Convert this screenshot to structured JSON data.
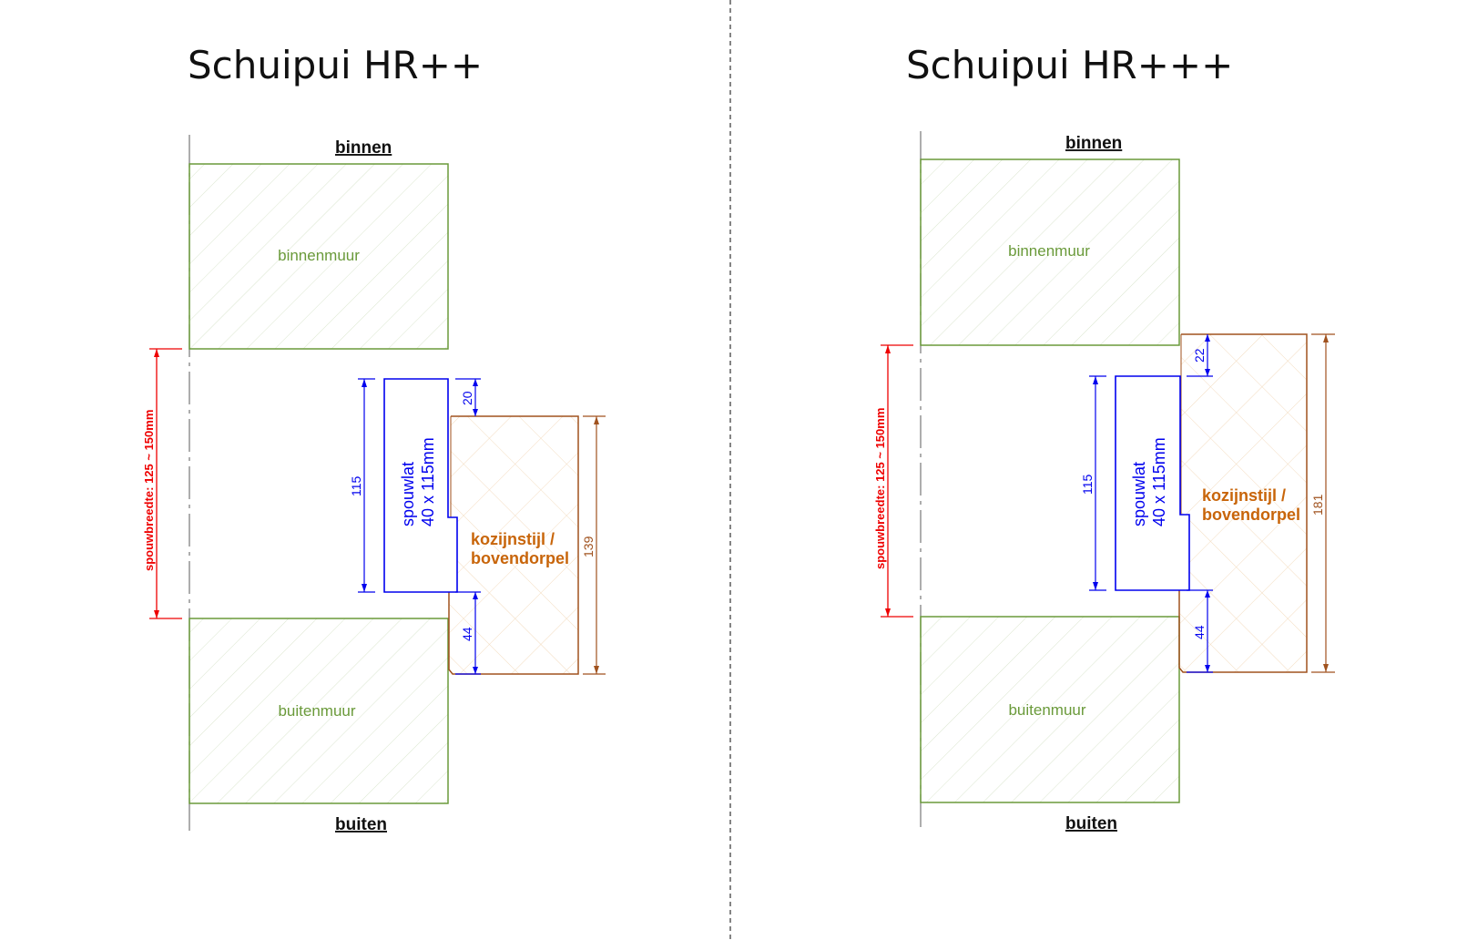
{
  "colors": {
    "wall": "#6a9a3a",
    "spouwlat": "#0000ee",
    "frame": "#a0521e",
    "frame_text": "#c8650a",
    "cavity": "#ee0000",
    "axis": "#777777"
  },
  "panels": [
    {
      "title": "Schuipui HR++",
      "binnen": "binnen",
      "buiten": "buiten",
      "binnenmuur": "binnenmuur",
      "buitenmuur": "buitenmuur",
      "spouwlat_line1": "spouwlat",
      "spouwlat_line2": "40 x 115mm",
      "frame_line1": "kozijnstijl /",
      "frame_line2": "bovendorpel",
      "cavity_label": "spouwbreedte: 125 ~ 150mm",
      "dim_top": "20",
      "dim_spouwlat": "115",
      "dim_bottom": "44",
      "dim_frame": "139"
    },
    {
      "title": "Schuipui HR+++",
      "binnen": "binnen",
      "buiten": "buiten",
      "binnenmuur": "binnenmuur",
      "buitenmuur": "buitenmuur",
      "spouwlat_line1": "spouwlat",
      "spouwlat_line2": "40 x 115mm",
      "frame_line1": "kozijnstijl /",
      "frame_line2": "bovendorpel",
      "cavity_label": "spouwbreedte: 125 ~ 150mm",
      "dim_top": "22",
      "dim_spouwlat": "115",
      "dim_bottom": "44",
      "dim_frame": "181"
    }
  ]
}
